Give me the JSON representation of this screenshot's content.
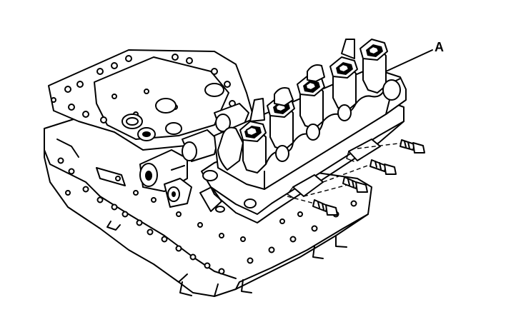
{
  "callout": {
    "label": "A"
  },
  "colors": {
    "line": "#000000",
    "background": "#ffffff"
  },
  "parts": {
    "valve_body": "valve-body",
    "solenoid_assembly": "shift-solenoid-assembly",
    "bolts": "mounting-bolts"
  }
}
